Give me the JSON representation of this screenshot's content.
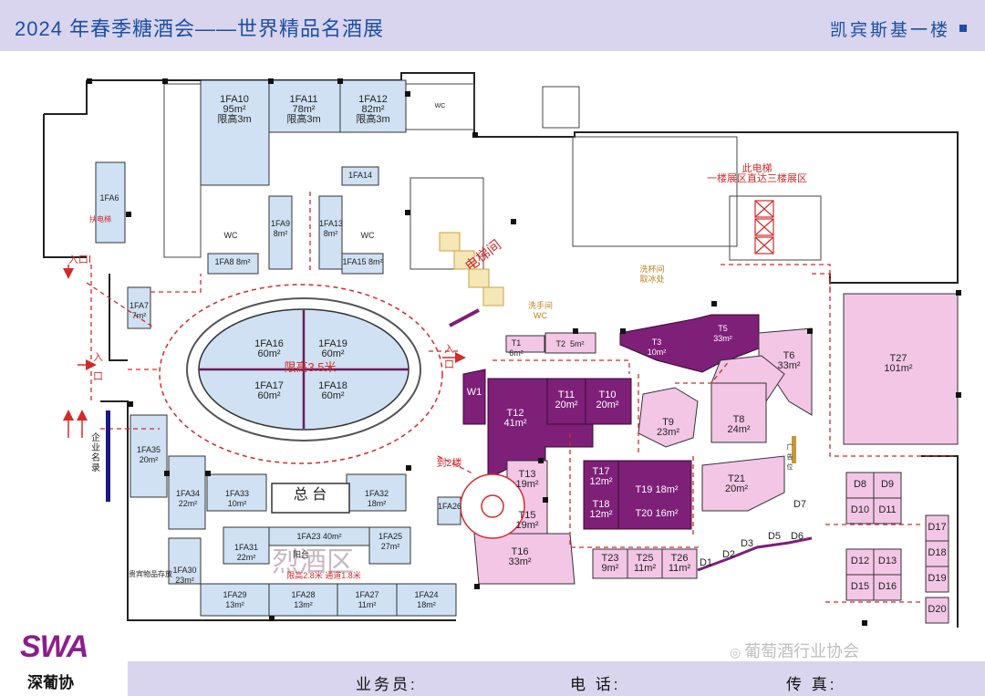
{
  "header": {
    "title": "2024 年春季糖酒会——世界精品名酒展",
    "floor": "凯宾斯基一楼"
  },
  "footer": {
    "logo_text": "SWA",
    "logo_sub": "深葡协",
    "salesperson": "业务员:",
    "phone": "电  话:",
    "fax": "传  真:",
    "watermark": "葡萄酒行业协会"
  },
  "labels": {
    "entrance1": "入口Ⅰ",
    "entrance2": "入",
    "entrance2b": "口",
    "entrance3": "入",
    "entrance3b": "口",
    "elevator_note": "此电梯",
    "elevator_note2": "一楼展区直达三楼展区",
    "elevator_hall": "电梯间",
    "cup_room": "洗杯间",
    "ice": "取冰处",
    "washroom": "洗手间",
    "wc": "WC",
    "wc1": "WC",
    "wc2": "WC",
    "wc_top": "WC",
    "main_desk": "总  台",
    "hall_height": "限高3.5米",
    "to2f": "到2楼",
    "wine_zone": "烈酒区",
    "zone_height": "限高2.8米 通道1.8米",
    "company_list": "企业名录",
    "stair": "扶电梯",
    "storage": "贵宾物品存放",
    "balcony": "阳台",
    "guide": "企业名录",
    "guide2": "广告位"
  },
  "booths": {
    "fa10": [
      "1FA10",
      "95m²",
      "限高3m"
    ],
    "fa11": [
      "1FA11",
      "78m²",
      "限高3m"
    ],
    "fa12": [
      "1FA12",
      "82m²",
      "限高3m"
    ],
    "fa6": "1FA6",
    "fa7": [
      "1FA7",
      "7m²"
    ],
    "fa8": [
      "1FA8",
      "8m²"
    ],
    "fa9": [
      "1FA9",
      "8m²"
    ],
    "fa13": [
      "1FA13",
      "8m²"
    ],
    "fa14": "1FA14",
    "fa15": [
      "1FA15",
      "8m²"
    ],
    "fa16": [
      "1FA16",
      "60m²"
    ],
    "fa19": [
      "1FA19",
      "60m²"
    ],
    "fa17": [
      "1FA17",
      "60m²"
    ],
    "fa18": [
      "1FA18",
      "60m²"
    ],
    "fa35": [
      "1FA35",
      "20m²"
    ],
    "fa34": [
      "1FA34",
      "22m²"
    ],
    "fa33": [
      "1FA33",
      "10m²"
    ],
    "fa32": [
      "1FA32",
      "18m²"
    ],
    "fa26": "1FA26",
    "fa31": [
      "1FA31",
      "22m²"
    ],
    "fa23": [
      "1FA23",
      "40m²"
    ],
    "fa25": [
      "1FA25",
      "27m²"
    ],
    "fa30": [
      "1FA30",
      "23m²"
    ],
    "fa29": [
      "1FA29",
      "13m²"
    ],
    "fa28": [
      "1FA28",
      "13m²"
    ],
    "fa27": [
      "1FA27",
      "11m²"
    ],
    "fa24": [
      "1FA24",
      "18m²"
    ],
    "t1": [
      "T1",
      "6m²"
    ],
    "t2": [
      "T2",
      "5m²"
    ],
    "t3": [
      "T3",
      "10m²"
    ],
    "t5": [
      "T5",
      "33m²"
    ],
    "t6": [
      "T6",
      "33m²"
    ],
    "t27": [
      "T27",
      "101m²"
    ],
    "w1": "W1",
    "t12": [
      "T12",
      "41m²"
    ],
    "t11": [
      "T11",
      "20m²"
    ],
    "t10": [
      "T10",
      "20m²"
    ],
    "t9": [
      "T9",
      "23m²"
    ],
    "t8": [
      "T8",
      "24m²"
    ],
    "t13": [
      "T13",
      "19m²"
    ],
    "t15": [
      "T15",
      "19m²"
    ],
    "t16": [
      "T16",
      "33m²"
    ],
    "t17": [
      "T17",
      "12m²"
    ],
    "t18": [
      "T18",
      "12m²"
    ],
    "t19": "T19 18m²",
    "t20": "T20 16m²",
    "t21": [
      "T21",
      "20m²"
    ],
    "t23": [
      "T23",
      "9m²"
    ],
    "t25": [
      "T25",
      "11m²"
    ],
    "t26": [
      "T26",
      "11m²"
    ],
    "d1": "D1",
    "d2": "D2",
    "d3": "D3",
    "d5": "D5",
    "d6": "D6",
    "d7": "D7",
    "d8": "D8",
    "d9": "D9",
    "d10": "D10",
    "d11": "D11",
    "d12": "D12",
    "d13": "D13",
    "d15": "D15",
    "d16": "D16",
    "d17": "D17",
    "d18": "D18",
    "d19": "D19",
    "d20": "D20"
  },
  "colors": {
    "blue_booth": "#cfe1f3",
    "purple": "#7e1f78",
    "pink": "#f3c6e6",
    "header": "#d9d5ee",
    "title": "#1c4fa3",
    "route": "#d22b2b"
  }
}
